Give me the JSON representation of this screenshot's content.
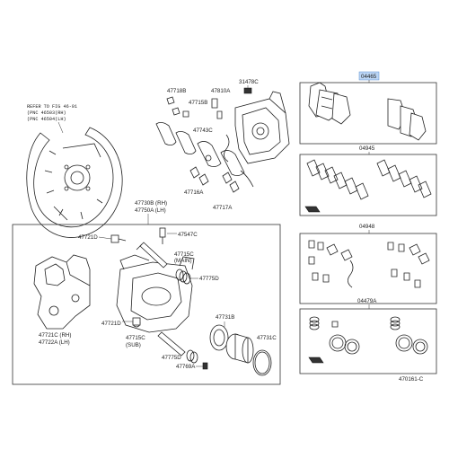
{
  "refer_note": [
    "REFER TO FIG 46-01",
    "(PNC 46503(RH)",
    "(PNC 46504(LH)"
  ],
  "labels": {
    "p31478C": "31478C",
    "p47718B": "47718B",
    "p47810A": "47810A",
    "p47715B": "47715B",
    "p47743C": "47743C",
    "p47716A": "47716A",
    "p47717A": "47717A",
    "p47730B": "47730B (RH)",
    "p47750A": "47750A (LH)",
    "p47721D_top": "47721D",
    "p47547C": "47547C",
    "p47715C_top": "47715C",
    "p47715C_top_sub": "(MAIN)",
    "p47775D_top": "47775D",
    "p47721C": "47721C (RH)",
    "p47722A": "47722A (LH)",
    "p47721D_bot": "47721D",
    "p47715C_bot": "47715C",
    "p47715C_bot_sub": "(SUB)",
    "p47731B": "47731B",
    "p47731C": "47731C",
    "p47775D_bot": "47775D",
    "p47769A": "47769A",
    "p04465": "04465",
    "p04945": "04945",
    "p04948": "04948",
    "p04479A": "04479A",
    "fig_no": "470161-C"
  },
  "colors": {
    "highlight": "#bcd6f5",
    "line": "#222222"
  }
}
